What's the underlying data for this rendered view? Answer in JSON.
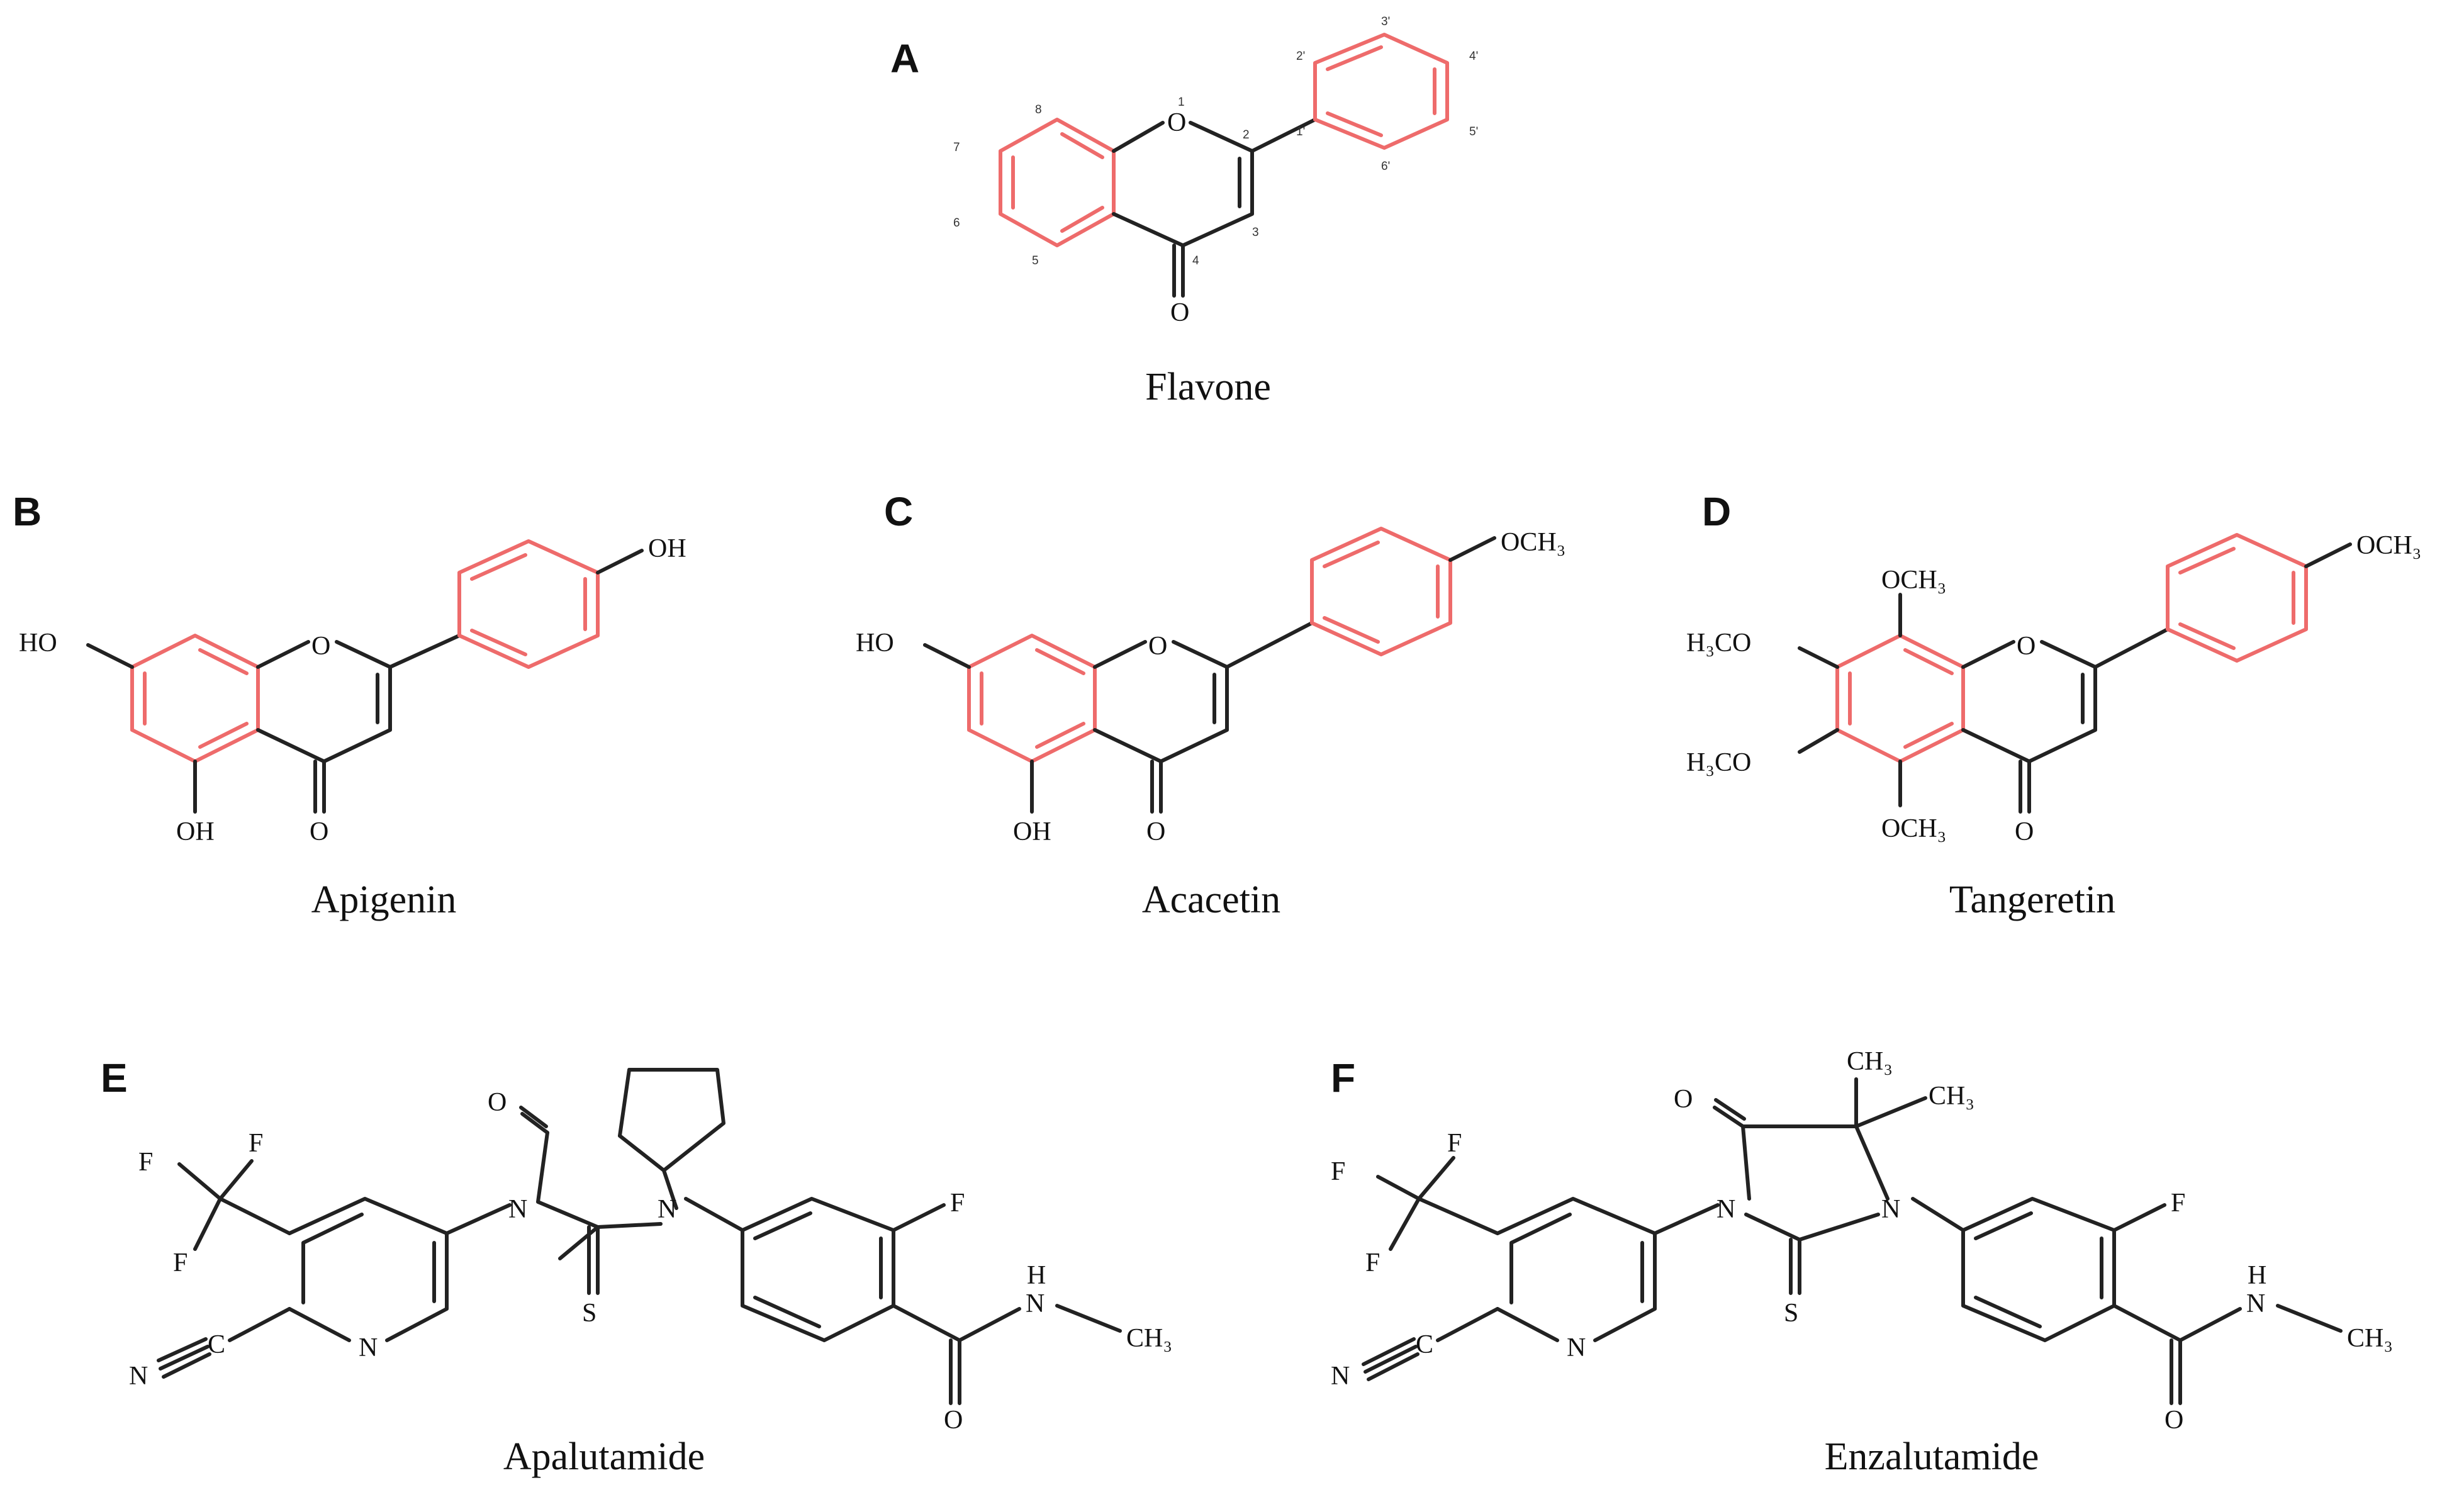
{
  "panels": [
    {
      "letter": "A",
      "name": "Flavone"
    },
    {
      "letter": "B",
      "name": "Apigenin"
    },
    {
      "letter": "C",
      "name": "Acacetin"
    },
    {
      "letter": "D",
      "name": "Tangeretin"
    },
    {
      "letter": "E",
      "name": "Apalutamide"
    },
    {
      "letter": "F",
      "name": "Enzalutamide"
    }
  ],
  "atoms": {
    "O": "O",
    "OH": "OH",
    "HO": "HO",
    "OCH3": "OCH₃",
    "H3CO": "H₃CO",
    "F": "F",
    "N": "N",
    "S": "S",
    "NH": "H",
    "CH3": "CH₃",
    "nitrile_N": "N",
    "nitrile_C": "C"
  },
  "numbering": {
    "o1": "1",
    "c2": "2",
    "c3": "3",
    "c4": "4",
    "c5": "5",
    "c6": "6",
    "c7": "7",
    "c8": "8",
    "c1p": "1'",
    "c2p": "2'",
    "c3p": "3'",
    "c4p": "4'",
    "c5p": "5'",
    "c6p": "6'"
  },
  "colors": {
    "ring_highlight": "#ee6b6b",
    "bond": "#222222",
    "background": "#ffffff"
  }
}
